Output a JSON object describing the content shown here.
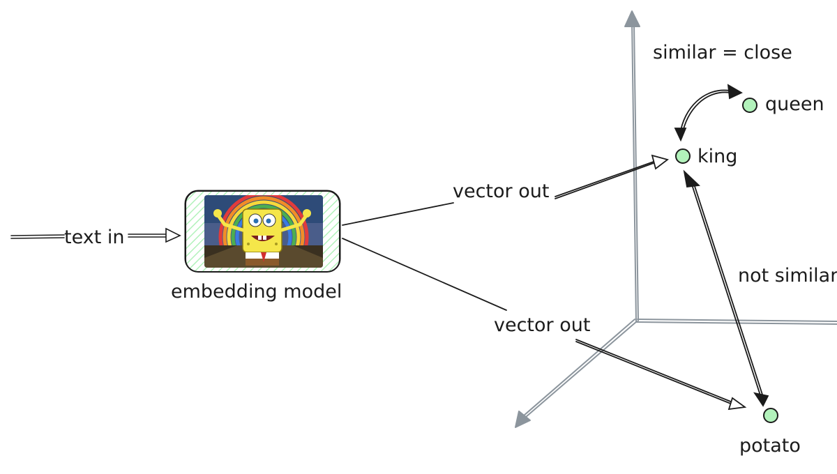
{
  "labels": {
    "text_in": "text in",
    "embedding_model": "embedding model",
    "vector_out_top": "vector out",
    "vector_out_bottom": "vector out",
    "similar_close": "similar = close",
    "not_similar": "not similar",
    "queen": "queen",
    "king": "king",
    "potato": "potato"
  },
  "image": {
    "name": "spongebob-imagination-meme"
  },
  "colors": {
    "ink": "#1b1b1b",
    "axis": "#8c959d",
    "point_fill": "#b2f2bb",
    "hatch": "#b2f2bb"
  }
}
